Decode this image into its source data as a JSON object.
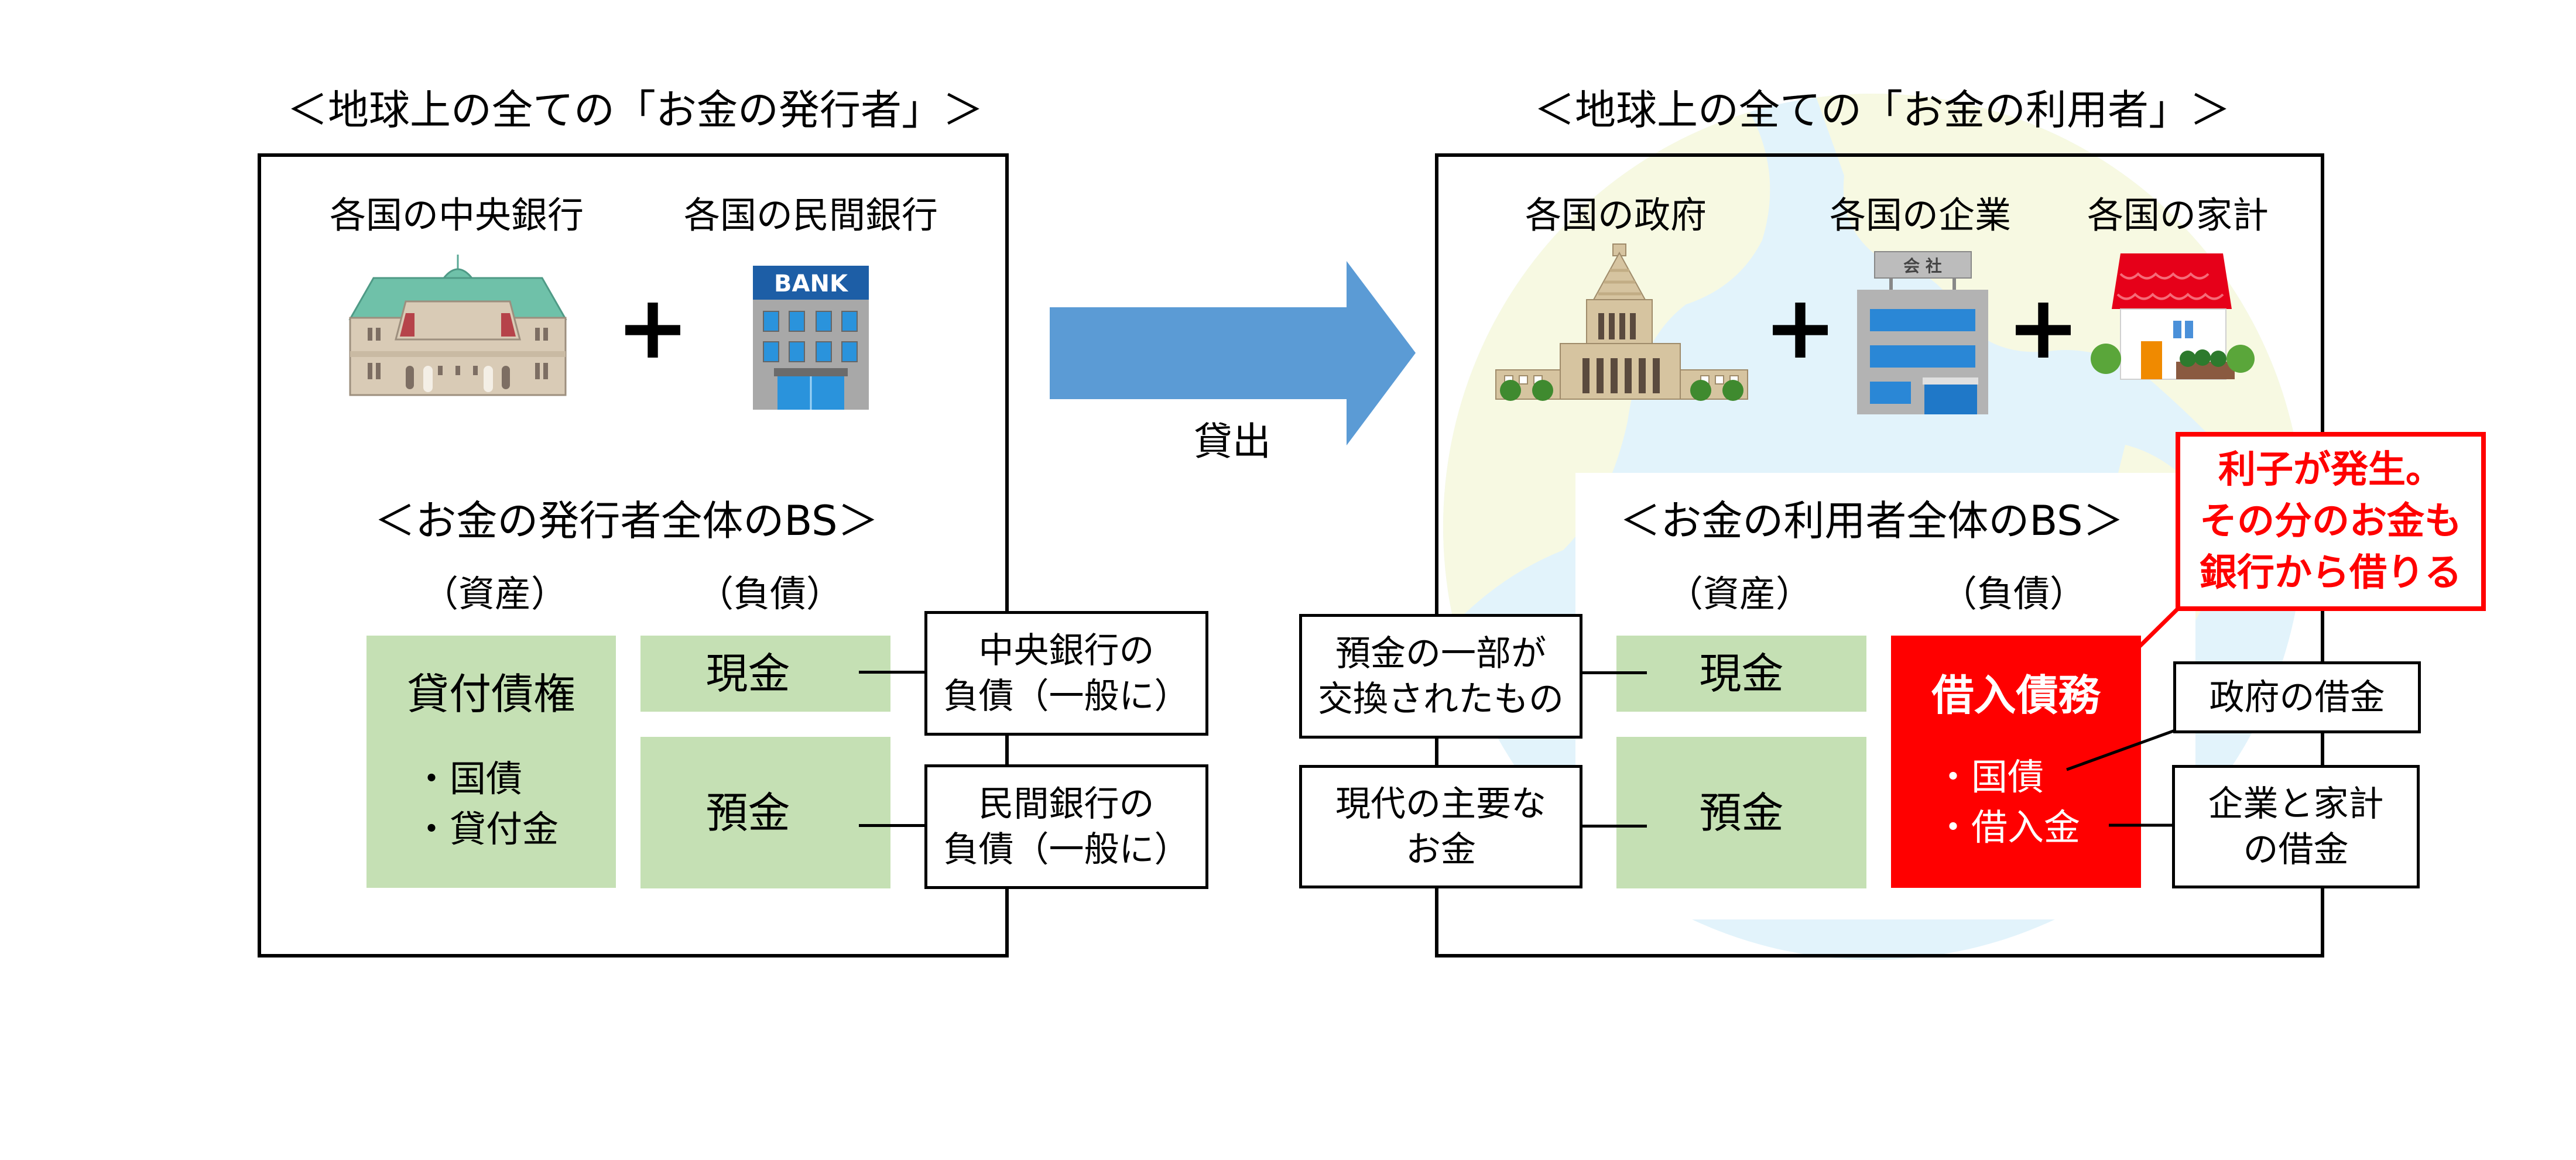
{
  "left_panel": {
    "title": "＜地球上の全ての「お金の発行者」＞",
    "entities": [
      {
        "label": "各国の中央銀行",
        "icon": "central-bank-building-icon"
      },
      {
        "label": "各国の民間銀行",
        "icon": "bank-building-icon",
        "sign_text": "BANK"
      }
    ],
    "plus": "+",
    "bs_title": "＜お金の発行者全体のBS＞",
    "assets_header": "（資産）",
    "liabilities_header": "（負債）",
    "assets": {
      "title": "貸付債権",
      "items": [
        "・国債",
        "・貸付金"
      ]
    },
    "liabilities": [
      {
        "label": "現金",
        "note": [
          "中央銀行の",
          "負債（一般に）"
        ]
      },
      {
        "label": "預金",
        "note": [
          "民間銀行の",
          "負債（一般に）"
        ]
      }
    ]
  },
  "arrow": {
    "label": "貸出",
    "color": "#5b9bd5"
  },
  "right_panel": {
    "title": "＜地球上の全ての「お金の利用者」＞",
    "entities": [
      {
        "label": "各国の政府",
        "icon": "parliament-building-icon"
      },
      {
        "label": "各国の企業",
        "icon": "company-building-icon",
        "sign_text": "会 社"
      },
      {
        "label": "各国の家計",
        "icon": "house-icon"
      }
    ],
    "plus": "+",
    "bs_title": "＜お金の利用者全体のBS＞",
    "assets_header": "（資産）",
    "liabilities_header": "（負債）",
    "assets": [
      {
        "label": "現金",
        "note": [
          "預金の一部が",
          "交換されたもの"
        ]
      },
      {
        "label": "預金",
        "note": [
          "現代の主要な",
          "お金"
        ]
      }
    ],
    "liabilities": {
      "title": "借入債務",
      "items": [
        "・国債",
        "・借入金"
      ],
      "notes": [
        [
          "政府の借金"
        ],
        [
          "企業と家計",
          "の借金"
        ]
      ]
    },
    "callout": [
      "利子が発生。",
      "その分のお金も",
      "銀行から借りる"
    ]
  },
  "colors": {
    "green_box": "#c5e0b4",
    "red_box": "#ff0000",
    "arrow": "#5b9bd5",
    "globe_land": "#f7f9e2",
    "globe_sea": "#e2f3fb"
  }
}
